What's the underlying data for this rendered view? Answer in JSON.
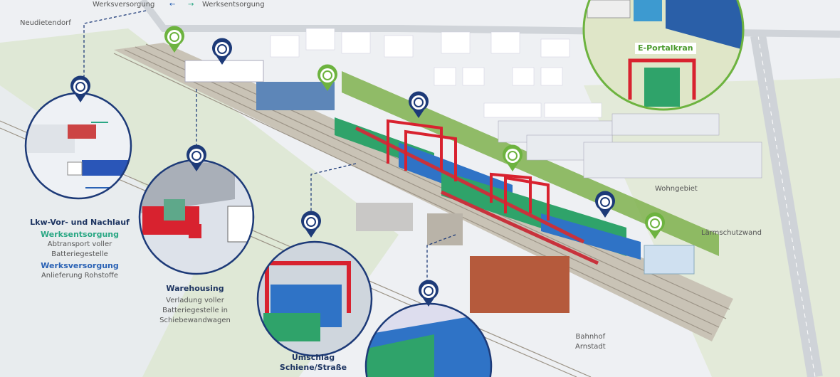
{
  "labels": {
    "werksversorgung_top": "Werksversorgung",
    "werksentsorgung_top": "Werksentsorgung",
    "neudietendorf": "Neudietendorf",
    "wohngebiet": "Wohngebiet",
    "laermschutzwand": "Lärmschutzwand",
    "bahnhof": [
      "Bahnhof",
      "Arnstadt"
    ],
    "e_portalkran": "E-Portalkran"
  },
  "lkw": {
    "title": "Lkw-Vor- und Nachlauf",
    "entsorgung": "Werksentsorgung",
    "entsorgung_desc": [
      "Abtransport voller",
      "Batteriegestelle"
    ],
    "versorgung": "Werksversorgung",
    "versorgung_desc": "Anlieferung Rohstoffe"
  },
  "warehousing": {
    "title": "Warehousing",
    "desc": [
      "Verladung voller",
      "Batteriegestelle in",
      "Schiebewandwagen"
    ]
  },
  "umschlag": {
    "title": [
      "Umschlag",
      "Schiene/Straße"
    ]
  },
  "colors": {
    "green": "#6db33f",
    "blue": "#1d3a78",
    "teal": "#2aa784",
    "red": "#d8222f"
  }
}
